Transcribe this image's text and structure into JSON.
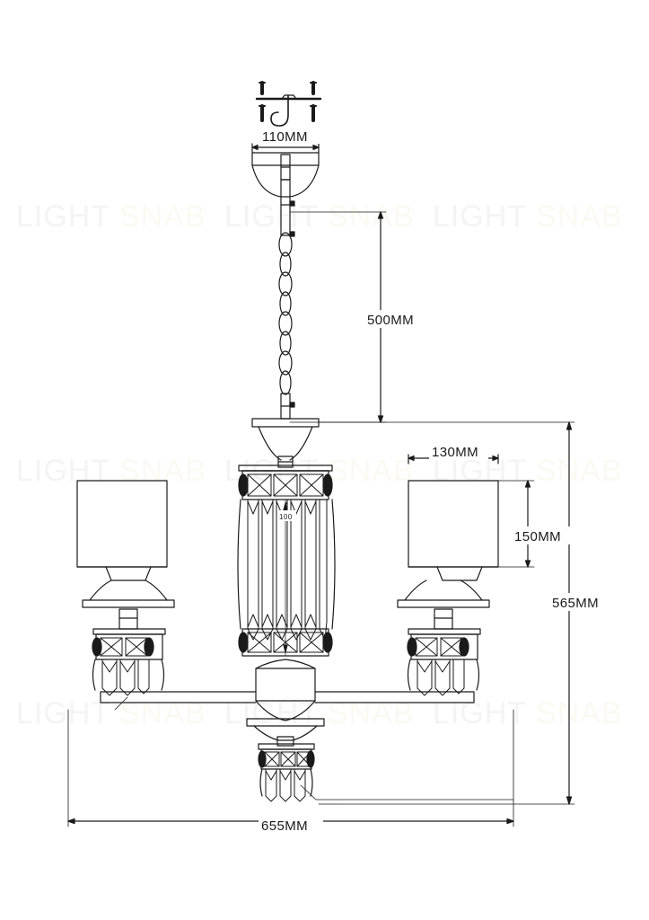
{
  "drawing": {
    "title": "Chandelier technical dimension drawing",
    "units": "MM",
    "line_color": "#1a1a1a",
    "background": "#ffffff"
  },
  "watermark": {
    "text_primary": "LIGHT",
    "text_secondary": "SNAB",
    "color_primary": "#f4f4f4",
    "color_secondary": "#fbfaf2",
    "repeat_rows": 3,
    "repeat_cols": 3
  },
  "dimensions": {
    "canopy_width": "110MM",
    "chain_drop": "500MM",
    "shade_width": "130MM",
    "shade_height": "150MM",
    "body_height": "565MM",
    "overall_width": "655MM",
    "column_detail": "100"
  },
  "labels": [
    {
      "id": "canopy-width",
      "value": "110MM"
    },
    {
      "id": "chain-drop",
      "value": "500MM"
    },
    {
      "id": "shade-width",
      "value": "130MM"
    },
    {
      "id": "shade-height",
      "value": "150MM"
    },
    {
      "id": "body-height",
      "value": "565MM"
    },
    {
      "id": "overall-width",
      "value": "655MM"
    },
    {
      "id": "column-detail",
      "value": "100"
    }
  ]
}
